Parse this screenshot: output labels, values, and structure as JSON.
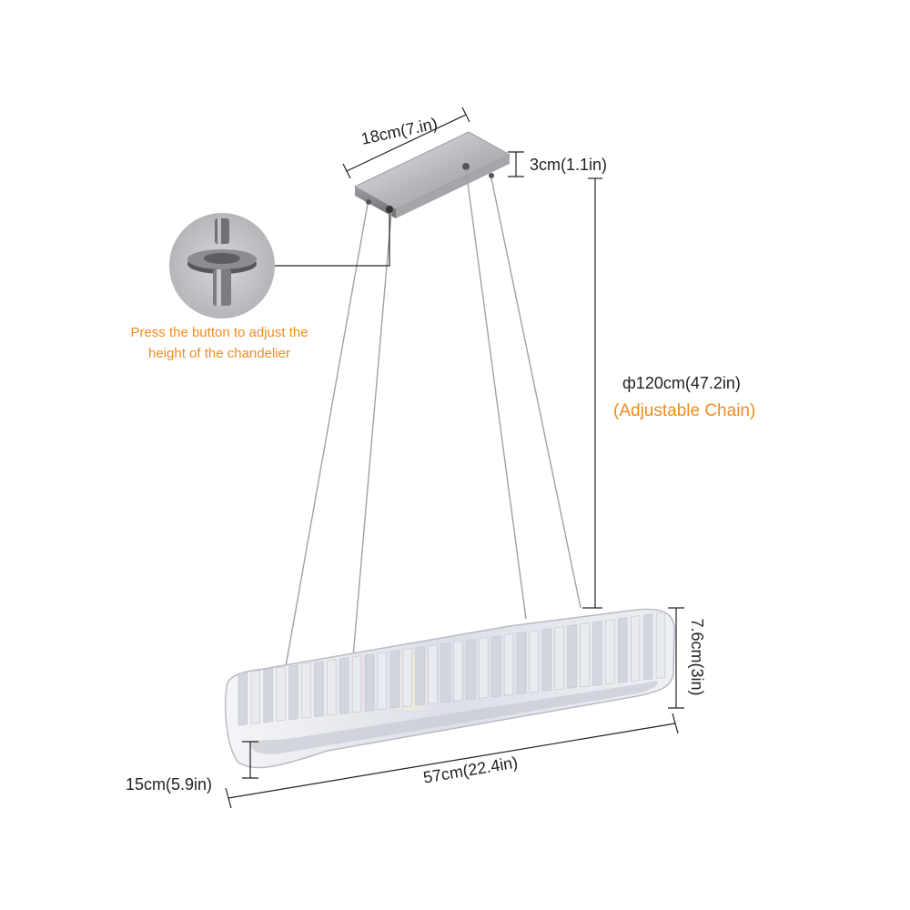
{
  "dimensions": {
    "canopy_width": "18cm(7.in)",
    "canopy_height": "3cm(1.1in)",
    "chain_length": "ф120cm(47.2in)",
    "chain_note": "(Adjustable Chain)",
    "fixture_height": "7.6cm(3in)",
    "fixture_length": "57cm(22.4in)",
    "fixture_width": "15cm(5.9in)"
  },
  "callout": {
    "line1": "Press the button to adjust the",
    "line2": "height of the chandelier"
  },
  "colors": {
    "accent": "#f08c1e",
    "text": "#222222",
    "metal": "#c9cbd0"
  }
}
